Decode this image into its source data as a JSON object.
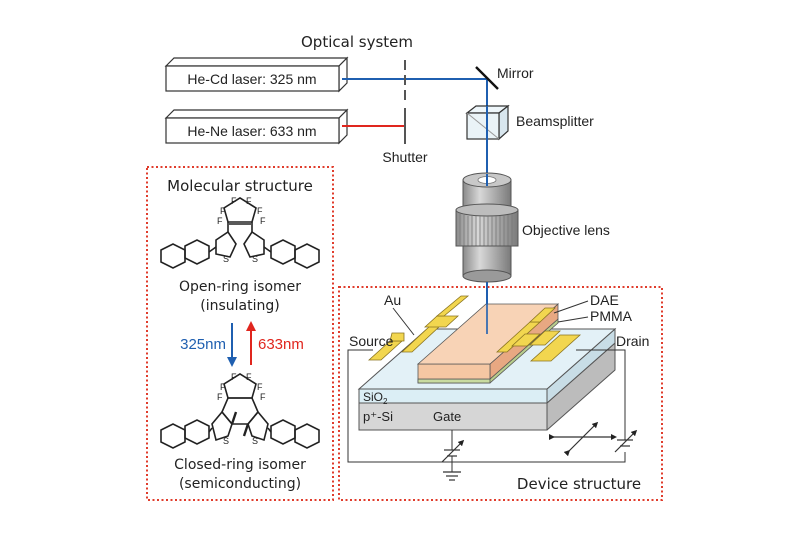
{
  "optical": {
    "title": "Optical system",
    "laser1": "He-Cd laser: 325 nm",
    "laser2": "He-Ne laser: 633 nm",
    "shutter": "Shutter",
    "mirror": "Mirror",
    "beamsplitter": "Beamsplitter",
    "objective": "Objective lens"
  },
  "molecular": {
    "title": "Molecular structure",
    "open_name": "Open-ring isomer",
    "open_prop": "(insulating)",
    "closed_name": "Closed-ring isomer",
    "closed_prop": "(semiconducting)",
    "uv_label": "325nm",
    "vis_label": "633nm",
    "atom_F": "F",
    "atom_S": "S"
  },
  "device": {
    "title": "Device structure",
    "au": "Au",
    "dae": "DAE",
    "pmma": "PMMA",
    "source": "Source",
    "drain": "Drain",
    "sio2": "SiO",
    "sio2_sub": "2",
    "psi": "p⁺-Si",
    "gate": "Gate"
  },
  "colors": {
    "uv": "#1f5fb0",
    "red": "#e0261e",
    "box_border": "#e03c2c",
    "gold": "#f2d64f",
    "dae": "#f5c7a3",
    "pmma": "#c9dba0",
    "sio2": "#dbeef5",
    "si": "#d3d3d3"
  }
}
